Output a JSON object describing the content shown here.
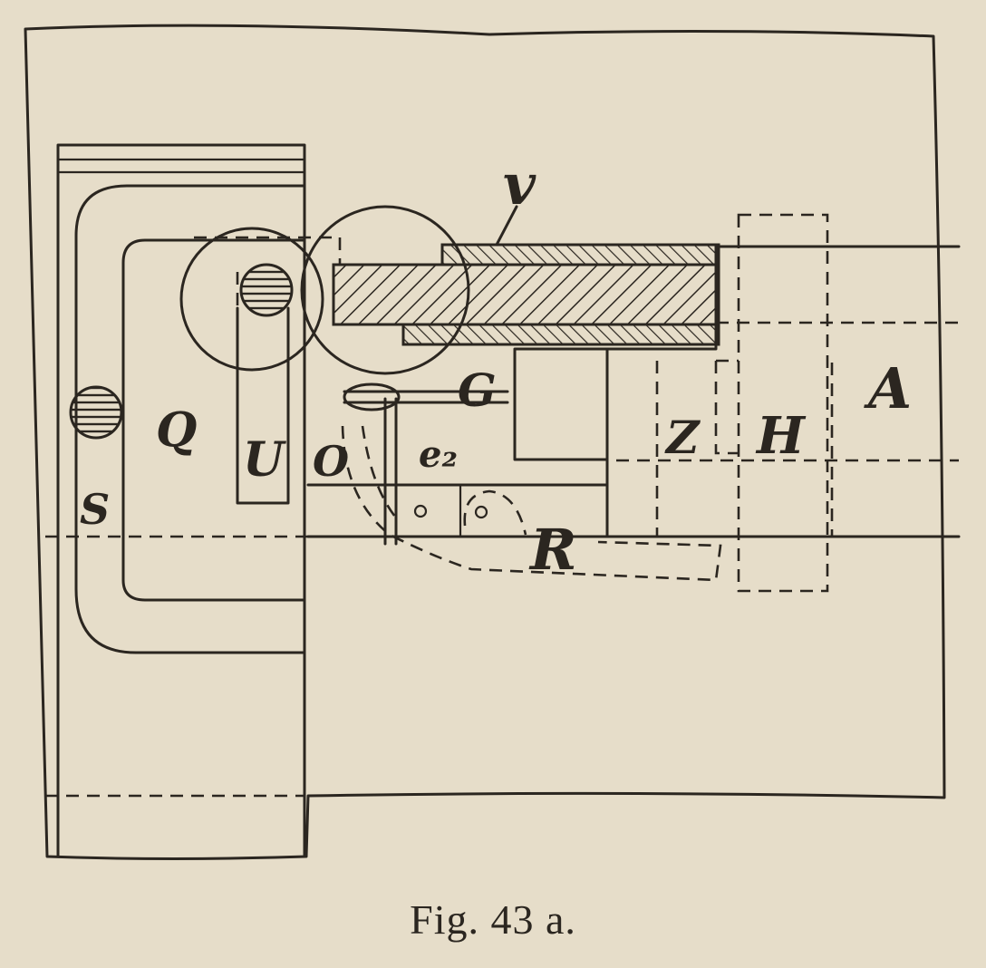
{
  "figure": {
    "caption": "Fig. 43 a.",
    "labels": {
      "v": "v",
      "Q": "Q",
      "U": "U",
      "O": "O",
      "G": "G",
      "e2": "e₂",
      "R": "R",
      "S": "S",
      "Z": "Z",
      "H": "H",
      "A": "A"
    }
  },
  "colors": {
    "paper": "#e6ddc9",
    "ink": "#2b2620"
  }
}
